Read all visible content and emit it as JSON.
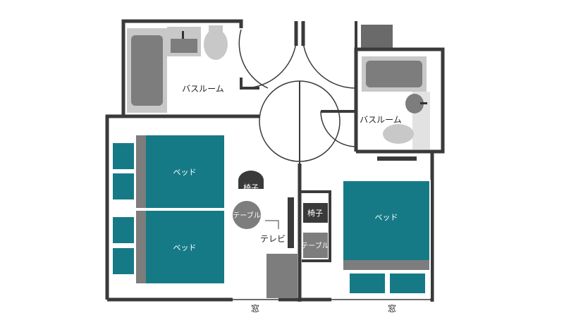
{
  "labels": {
    "bathroom_left": "バスルーム",
    "bathroom_right": "バスルーム",
    "bed_1": "ベッド",
    "bed_2": "ベッド",
    "bed_3": "ベッド",
    "chair_left": "椅子",
    "table_left": "テーブル",
    "tv": "テレビ",
    "chair_right": "椅子",
    "table_right": "テーブル",
    "window_left": "窓",
    "window_right": "窓"
  },
  "colors": {
    "wall": "#3a3a3a",
    "teal": "#157a86",
    "gray_fixture": "#7d7d7d",
    "light_fixture": "#d0d0d0",
    "dark_fixture": "#333333"
  }
}
